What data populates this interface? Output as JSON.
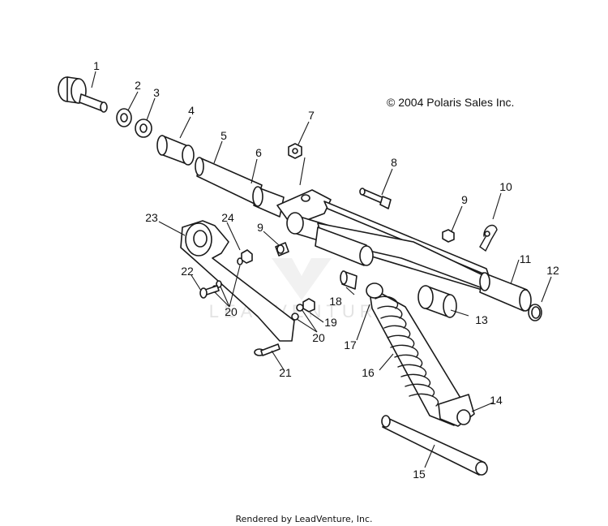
{
  "diagram": {
    "copyright": "© 2004 Polaris Sales Inc.",
    "footer": "Rendered by LeadVenture, Inc.",
    "watermark_logo": "LEADVENTURE",
    "callouts": [
      "1",
      "2",
      "3",
      "4",
      "5",
      "6",
      "7",
      "8",
      "9",
      "10",
      "11",
      "12",
      "13",
      "14",
      "15",
      "16",
      "17",
      "18",
      "19",
      "20",
      "21",
      "22",
      "23",
      "24",
      "9",
      "20"
    ]
  }
}
